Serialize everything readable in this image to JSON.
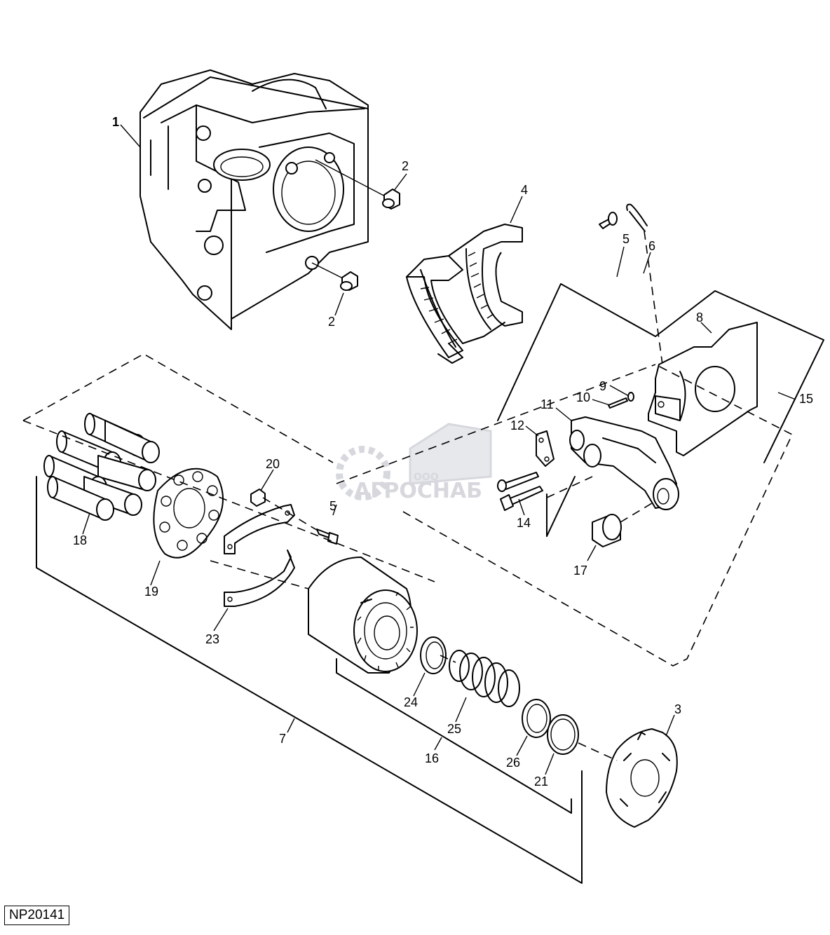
{
  "figure_ref": "NP20141",
  "watermark": {
    "line1": "ООО",
    "line2": "АГРОСНАБ"
  },
  "callouts": {
    "c1": "1",
    "c2a": "2",
    "c2b": "2",
    "c3": "3",
    "c4": "4",
    "c5": "5",
    "c6": "6",
    "c7": "7",
    "c8": "8",
    "c9": "9",
    "c10": "10",
    "c11": "11",
    "c12": "12",
    "c13": "5",
    "c14": "14",
    "c15": "15",
    "c16": "16",
    "c17": "17",
    "c18": "18",
    "c19": "19",
    "c20": "20",
    "c21": "21",
    "c23": "23",
    "c24": "24",
    "c25": "25",
    "c26": "26"
  }
}
